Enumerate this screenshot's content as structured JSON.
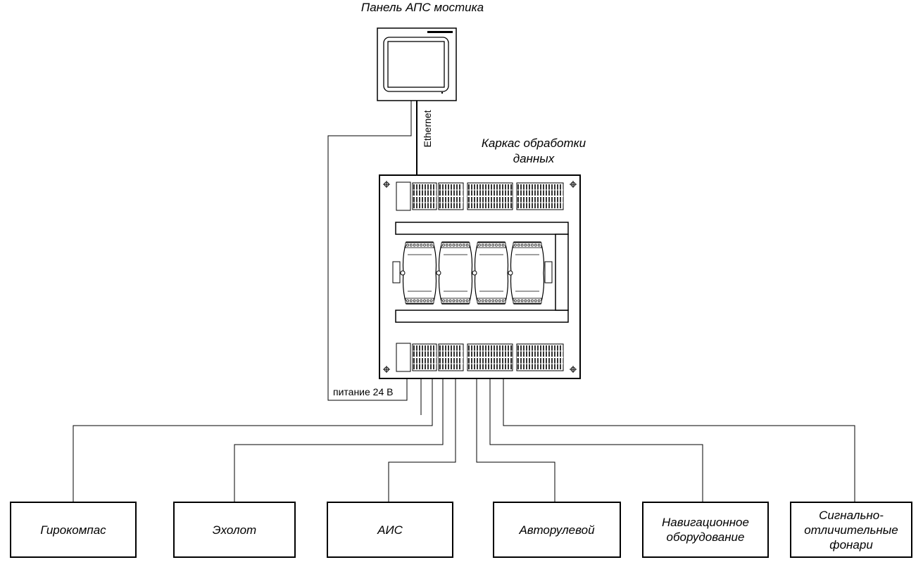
{
  "labels": {
    "bridge_panel": "Панель АПС мостика",
    "frame_line1": "Каркас обработки",
    "frame_line2": "данных",
    "ethernet": "Ethernet",
    "power": "питание  24 В"
  },
  "devices": [
    {
      "line1": "Гирокомпас",
      "line2": "",
      "line3": ""
    },
    {
      "line1": "Эхолот",
      "line2": "",
      "line3": ""
    },
    {
      "line1": "АИС",
      "line2": "",
      "line3": ""
    },
    {
      "line1": "Авторулевой",
      "line2": "",
      "line3": ""
    },
    {
      "line1": "Навигационное",
      "line2": "оборудование",
      "line3": ""
    },
    {
      "line1": "Сигнально-",
      "line2": "отличительные",
      "line3": "фонари"
    }
  ]
}
